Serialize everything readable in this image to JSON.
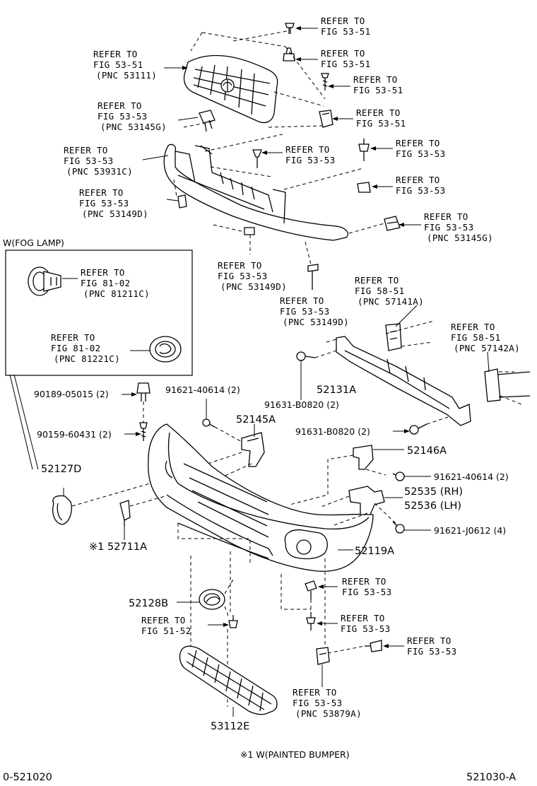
{
  "references": {
    "grille_clip_top": [
      "REFER TO",
      "FIG 53-51"
    ],
    "grille_clip_2": [
      "REFER TO",
      "FIG 53-51"
    ],
    "grille_screw": [
      "REFER TO",
      "FIG 53-51"
    ],
    "grille_clip_3": [
      "REFER TO",
      "FIG 53-51"
    ],
    "grille": [
      "REFER TO",
      "FIG 53-51",
      "(PNC 53111)"
    ],
    "upper_clip": [
      "REFER TO",
      "FIG 53-53",
      "(PNC 53145G)"
    ],
    "retainer": [
      "REFER TO",
      "FIG 53-53",
      "(PNC 53931C)"
    ],
    "retainer_clip": [
      "REFER TO",
      "FIG 53-53"
    ],
    "retainer_screw": [
      "REFER TO",
      "FIG 53-53"
    ],
    "retainer_nut": [
      "REFER TO",
      "FIG 53-53"
    ],
    "retainer_left_bracket": [
      "REFER TO",
      "FIG 53-53",
      "(PNC 53149D)"
    ],
    "right_clip": [
      "REFER TO",
      "FIG 53-53",
      "(PNC 53145G)"
    ],
    "lower_bracket_a": [
      "REFER TO",
      "FIG 53-53",
      "(PNC 53149D)"
    ],
    "lower_bracket_b": [
      "REFER TO",
      "FIG 53-53",
      "(PNC 53149D)"
    ],
    "reinf_bracket_l": [
      "REFER TO",
      "FIG 58-51",
      "(PNC 57141A)"
    ],
    "reinf_bracket_r": [
      "REFER TO",
      "FIG 58-51",
      "(PNC 57142A)"
    ],
    "fog_lamp_a": [
      "REFER TO",
      "FIG 81-02",
      "(PNC 81211C)"
    ],
    "fog_lamp_b": [
      "REFER TO",
      "FIG 81-02",
      "(PNC 81221C)"
    ],
    "bumper_clip_1": [
      "REFER TO",
      "FIG 53-53"
    ],
    "bumper_clip_2": [
      "REFER TO",
      "FIG 53-53"
    ],
    "bumper_screw": [
      "REFER TO",
      "FIG 53-53"
    ],
    "emblem_screw": [
      "REFER TO",
      "FIG 51-52"
    ],
    "bumper_retainer": [
      "REFER TO",
      "FIG 53-53",
      "(PNC 53879A)"
    ]
  },
  "fog_lamp_box_title": "W(FOG LAMP)",
  "parts": {
    "p90189": "90189-05015 (2)",
    "p90159": "90159-60431 (2)",
    "p91621_a": "91621-40614 (2)",
    "p52145a": "52145A",
    "p52131a": "52131A",
    "p91631_a": "91631-B0820 (2)",
    "p91631_b": "91631-B0820 (2)",
    "p52146a": "52146A",
    "p91621_b": "91621-40614 (2)",
    "p52535": "52535 (RH)",
    "p52536": "52536 (LH)",
    "p91621_j": "91621-J0612 (4)",
    "p52127d": "52127D",
    "p52711a": "※1 52711A",
    "p52119a": "52119A",
    "p52128b": "52128B",
    "p53112e": "53112E"
  },
  "footnote": "※1 W(PAINTED BUMPER)",
  "footer": {
    "left_code": "0-521020",
    "right_code": "521030-A"
  }
}
